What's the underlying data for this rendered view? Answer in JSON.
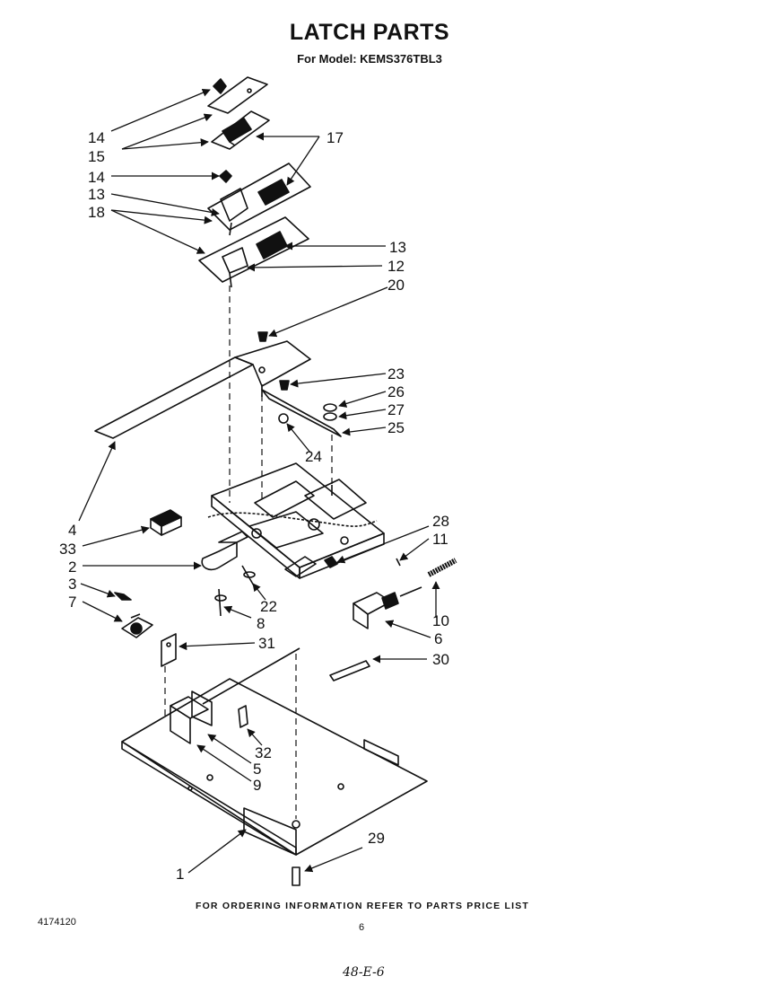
{
  "header": {
    "title": "LATCH PARTS",
    "model": "For Model: KEMS376TBL3"
  },
  "callouts": [
    "14",
    "15",
    "17",
    "14",
    "13",
    "18",
    "13",
    "12",
    "20",
    "23",
    "26",
    "27",
    "25",
    "24",
    "4",
    "33",
    "2",
    "28",
    "11",
    "3",
    "22",
    "7",
    "8",
    "31",
    "10",
    "6",
    "30",
    "32",
    "5",
    "9",
    "29",
    "1"
  ],
  "footer": {
    "ordering_note": "FOR ORDERING INFORMATION REFER TO PARTS PRICE LIST",
    "document_number": "4174120",
    "page_number": "6",
    "handwritten_note": "48-E-6"
  }
}
